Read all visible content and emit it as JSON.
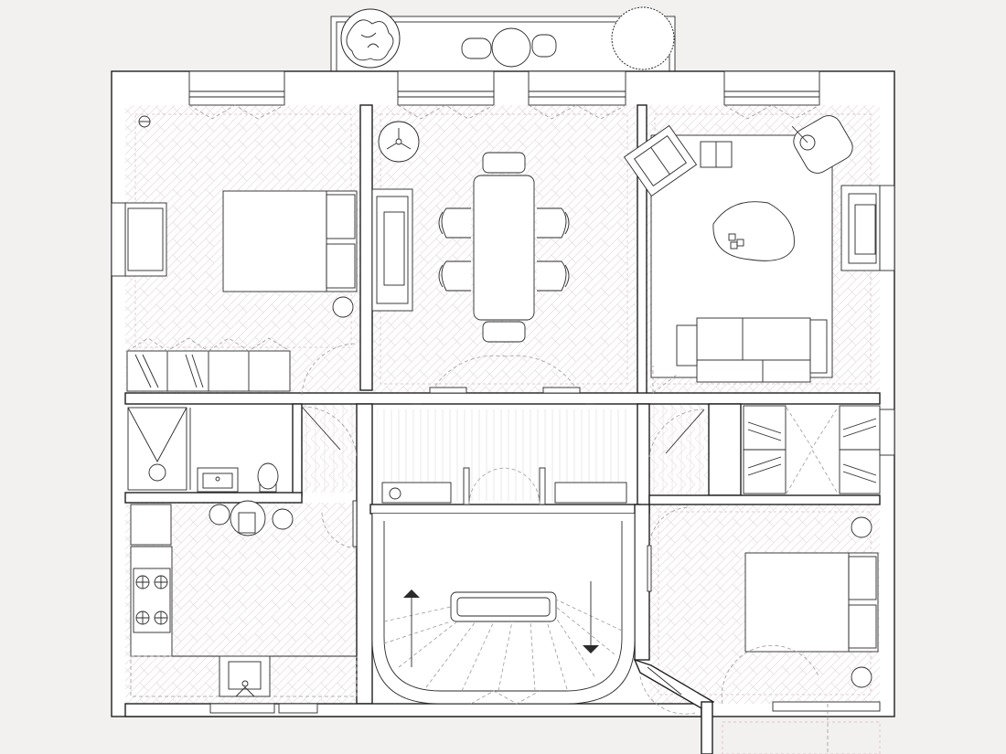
{
  "drawing": {
    "colors": {
      "background": "#f3f1ef",
      "room_floor": "#ffffff",
      "lines": "#2a2a2a",
      "herringbone_pattern": "#ebe2e4",
      "dashed_guides": "#9a9a9a",
      "pink_dashed_border": "#d8b7bf"
    },
    "spaces": [
      "balcony",
      "bedroom-1",
      "dining-room",
      "living-room",
      "corridor",
      "bathroom",
      "kitchen",
      "staircase-hall",
      "wardrobe-room",
      "bedroom-2"
    ],
    "icons": [
      "dining-chair-icon",
      "sofa-icon",
      "bed-icon",
      "stove-burner-icon",
      "toilet-icon",
      "sink-icon",
      "stair-arrow-up-icon",
      "stair-arrow-down-icon",
      "tree-icon",
      "ceiling-fan-icon"
    ]
  }
}
